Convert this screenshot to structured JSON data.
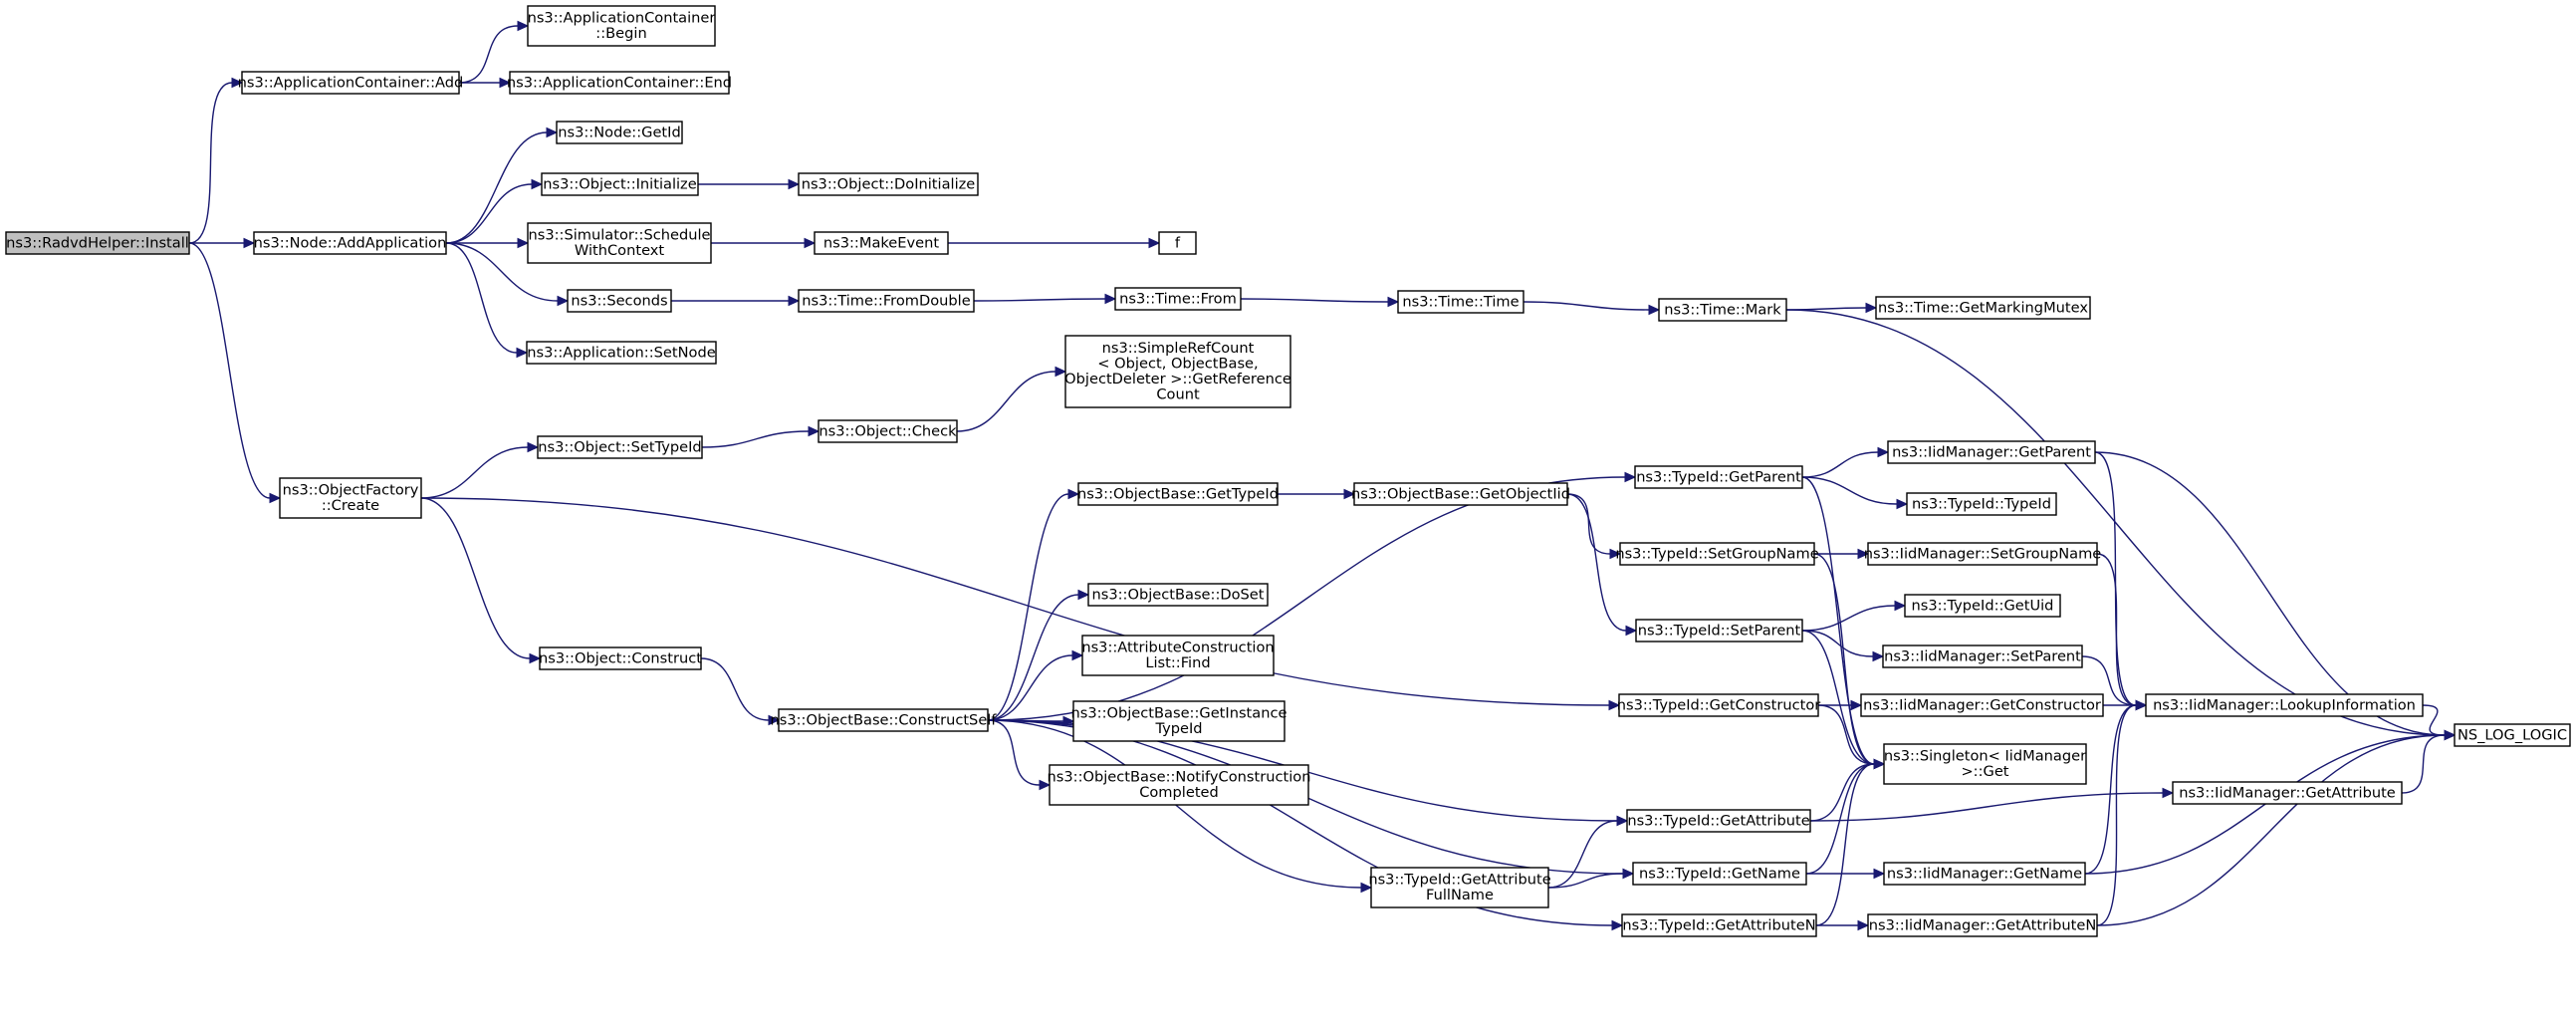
{
  "diagram": {
    "type": "call-graph",
    "edge_color": "#191970",
    "root_fill": "#bfbfbf",
    "nodes": [
      {
        "id": "install",
        "lines": [
          "ns3::RadvdHelper::Install"
        ],
        "root": true
      },
      {
        "id": "ac_add",
        "lines": [
          "ns3::ApplicationContainer::Add"
        ]
      },
      {
        "id": "ac_begin",
        "lines": [
          "ns3::ApplicationContainer",
          "::Begin"
        ]
      },
      {
        "id": "ac_end",
        "lines": [
          "ns3::ApplicationContainer::End"
        ]
      },
      {
        "id": "node_addapp",
        "lines": [
          "ns3::Node::AddApplication"
        ]
      },
      {
        "id": "node_getid",
        "lines": [
          "ns3::Node::GetId"
        ]
      },
      {
        "id": "obj_init",
        "lines": [
          "ns3::Object::Initialize"
        ]
      },
      {
        "id": "obj_doinit",
        "lines": [
          "ns3::Object::DoInitialize"
        ]
      },
      {
        "id": "sim_sched",
        "lines": [
          "ns3::Simulator::Schedule",
          "WithContext"
        ]
      },
      {
        "id": "makeevent",
        "lines": [
          "ns3::MakeEvent"
        ]
      },
      {
        "id": "f",
        "lines": [
          "f"
        ]
      },
      {
        "id": "seconds",
        "lines": [
          "ns3::Seconds"
        ]
      },
      {
        "id": "time_fromdouble",
        "lines": [
          "ns3::Time::FromDouble"
        ]
      },
      {
        "id": "time_from",
        "lines": [
          "ns3::Time::From"
        ]
      },
      {
        "id": "time_time",
        "lines": [
          "ns3::Time::Time"
        ]
      },
      {
        "id": "time_mark",
        "lines": [
          "ns3::Time::Mark"
        ]
      },
      {
        "id": "time_mutex",
        "lines": [
          "ns3::Time::GetMarkingMutex"
        ]
      },
      {
        "id": "app_setnode",
        "lines": [
          "ns3::Application::SetNode"
        ]
      },
      {
        "id": "of_create",
        "lines": [
          "ns3::ObjectFactory",
          "::Create"
        ]
      },
      {
        "id": "obj_settypeid",
        "lines": [
          "ns3::Object::SetTypeId"
        ]
      },
      {
        "id": "obj_check",
        "lines": [
          "ns3::Object::Check"
        ]
      },
      {
        "id": "refcount",
        "lines": [
          "ns3::SimpleRefCount",
          "< Object, ObjectBase,",
          " ObjectDeleter >::GetReference",
          "Count"
        ]
      },
      {
        "id": "obj_construct",
        "lines": [
          "ns3::Object::Construct"
        ]
      },
      {
        "id": "ob_constructself",
        "lines": [
          "ns3::ObjectBase::ConstructSelf"
        ]
      },
      {
        "id": "ob_gettypeid",
        "lines": [
          "ns3::ObjectBase::GetTypeId"
        ]
      },
      {
        "id": "ob_getobjectiid",
        "lines": [
          "ns3::ObjectBase::GetObjectIid"
        ]
      },
      {
        "id": "ob_doset",
        "lines": [
          "ns3::ObjectBase::DoSet"
        ]
      },
      {
        "id": "acl_find",
        "lines": [
          "ns3::AttributeConstruction",
          "List::Find"
        ]
      },
      {
        "id": "ob_getinstance",
        "lines": [
          "ns3::ObjectBase::GetInstance",
          "TypeId"
        ]
      },
      {
        "id": "ob_notify",
        "lines": [
          "ns3::ObjectBase::NotifyConstruction",
          "Completed"
        ]
      },
      {
        "id": "tid_getparent",
        "lines": [
          "ns3::TypeId::GetParent"
        ]
      },
      {
        "id": "tid_setgroupname",
        "lines": [
          "ns3::TypeId::SetGroupName"
        ]
      },
      {
        "id": "tid_setparent",
        "lines": [
          "ns3::TypeId::SetParent"
        ]
      },
      {
        "id": "tid_getconstructor",
        "lines": [
          "ns3::TypeId::GetConstructor"
        ]
      },
      {
        "id": "tid_getattribute",
        "lines": [
          "ns3::TypeId::GetAttribute"
        ]
      },
      {
        "id": "tid_getattrfull",
        "lines": [
          "ns3::TypeId::GetAttribute",
          "FullName"
        ]
      },
      {
        "id": "tid_getname",
        "lines": [
          "ns3::TypeId::GetName"
        ]
      },
      {
        "id": "tid_getattributen",
        "lines": [
          "ns3::TypeId::GetAttributeN"
        ]
      },
      {
        "id": "iid_getparent",
        "lines": [
          "ns3::IidManager::GetParent"
        ]
      },
      {
        "id": "tid_typeid",
        "lines": [
          "ns3::TypeId::TypeId"
        ]
      },
      {
        "id": "iid_setgroupname",
        "lines": [
          "ns3::IidManager::SetGroupName"
        ]
      },
      {
        "id": "tid_getuid",
        "lines": [
          "ns3::TypeId::GetUid"
        ]
      },
      {
        "id": "iid_setparent",
        "lines": [
          "ns3::IidManager::SetParent"
        ]
      },
      {
        "id": "iid_getconstructor",
        "lines": [
          "ns3::IidManager::GetConstructor"
        ]
      },
      {
        "id": "singleton_get",
        "lines": [
          "ns3::Singleton< IidManager",
          " >::Get"
        ]
      },
      {
        "id": "iid_getattribute",
        "lines": [
          "ns3::IidManager::GetAttribute"
        ]
      },
      {
        "id": "iid_getname",
        "lines": [
          "ns3::IidManager::GetName"
        ]
      },
      {
        "id": "iid_getattributen",
        "lines": [
          "ns3::IidManager::GetAttributeN"
        ]
      },
      {
        "id": "iid_lookup",
        "lines": [
          "ns3::IidManager::LookupInformation"
        ]
      },
      {
        "id": "ns_log_logic",
        "lines": [
          "NS_LOG_LOGIC"
        ]
      }
    ],
    "edges": [
      [
        "install",
        "ac_add"
      ],
      [
        "install",
        "node_addapp"
      ],
      [
        "install",
        "of_create"
      ],
      [
        "ac_add",
        "ac_begin"
      ],
      [
        "ac_add",
        "ac_end"
      ],
      [
        "node_addapp",
        "node_getid"
      ],
      [
        "node_addapp",
        "obj_init"
      ],
      [
        "node_addapp",
        "sim_sched"
      ],
      [
        "node_addapp",
        "seconds"
      ],
      [
        "node_addapp",
        "app_setnode"
      ],
      [
        "obj_init",
        "obj_doinit"
      ],
      [
        "sim_sched",
        "makeevent"
      ],
      [
        "makeevent",
        "f"
      ],
      [
        "seconds",
        "time_fromdouble"
      ],
      [
        "time_fromdouble",
        "time_from"
      ],
      [
        "time_from",
        "time_time"
      ],
      [
        "time_time",
        "time_mark"
      ],
      [
        "time_mark",
        "time_mutex"
      ],
      [
        "time_mark",
        "ns_log_logic"
      ],
      [
        "of_create",
        "obj_settypeid"
      ],
      [
        "of_create",
        "tid_getconstructor"
      ],
      [
        "of_create",
        "obj_construct"
      ],
      [
        "obj_settypeid",
        "obj_check"
      ],
      [
        "obj_check",
        "refcount"
      ],
      [
        "obj_construct",
        "ob_constructself"
      ],
      [
        "ob_constructself",
        "tid_getparent"
      ],
      [
        "ob_constructself",
        "ob_gettypeid"
      ],
      [
        "ob_constructself",
        "ob_doset"
      ],
      [
        "ob_constructself",
        "acl_find"
      ],
      [
        "ob_constructself",
        "ob_getinstance"
      ],
      [
        "ob_constructself",
        "ob_notify"
      ],
      [
        "ob_constructself",
        "tid_getattribute"
      ],
      [
        "ob_constructself",
        "tid_getattrfull"
      ],
      [
        "ob_constructself",
        "tid_getname"
      ],
      [
        "ob_constructself",
        "tid_getattributen"
      ],
      [
        "ob_gettypeid",
        "ob_getobjectiid"
      ],
      [
        "ob_getobjectiid",
        "tid_setgroupname"
      ],
      [
        "ob_getobjectiid",
        "tid_setparent"
      ],
      [
        "tid_getparent",
        "iid_getparent"
      ],
      [
        "tid_getparent",
        "tid_typeid"
      ],
      [
        "tid_getparent",
        "singleton_get"
      ],
      [
        "iid_getparent",
        "iid_lookup"
      ],
      [
        "iid_getparent",
        "ns_log_logic"
      ],
      [
        "tid_setgroupname",
        "iid_setgroupname"
      ],
      [
        "tid_setgroupname",
        "singleton_get"
      ],
      [
        "iid_setgroupname",
        "iid_lookup"
      ],
      [
        "tid_setparent",
        "tid_getuid"
      ],
      [
        "tid_setparent",
        "iid_setparent"
      ],
      [
        "tid_setparent",
        "singleton_get"
      ],
      [
        "iid_setparent",
        "iid_lookup"
      ],
      [
        "tid_getconstructor",
        "iid_getconstructor"
      ],
      [
        "tid_getconstructor",
        "singleton_get"
      ],
      [
        "iid_getconstructor",
        "iid_lookup"
      ],
      [
        "iid_lookup",
        "ns_log_logic"
      ],
      [
        "tid_getattribute",
        "singleton_get"
      ],
      [
        "tid_getattribute",
        "iid_getattribute"
      ],
      [
        "iid_getattribute",
        "ns_log_logic"
      ],
      [
        "tid_getattrfull",
        "tid_getattribute"
      ],
      [
        "tid_getattrfull",
        "tid_getname"
      ],
      [
        "tid_getname",
        "singleton_get"
      ],
      [
        "tid_getname",
        "iid_getname"
      ],
      [
        "iid_getname",
        "iid_lookup"
      ],
      [
        "iid_getname",
        "ns_log_logic"
      ],
      [
        "tid_getattributen",
        "singleton_get"
      ],
      [
        "tid_getattributen",
        "iid_getattributen"
      ],
      [
        "iid_getattributen",
        "iid_lookup"
      ],
      [
        "iid_getattributen",
        "ns_log_logic"
      ]
    ]
  }
}
